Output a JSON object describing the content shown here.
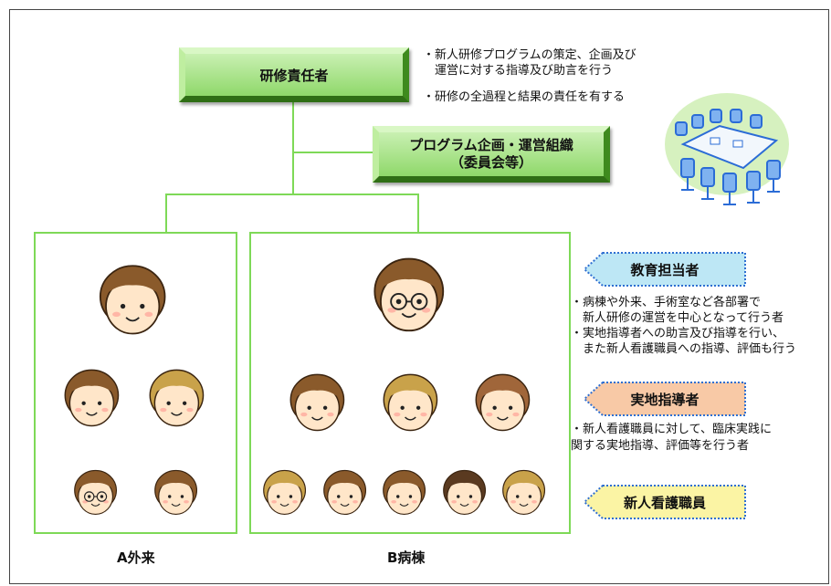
{
  "top_box": {
    "label": "研修責任者"
  },
  "top_notes": [
    "・新人研修プログラムの策定、企画及び",
    "　運営に対する指導及び助言を行う",
    "・研修の全過程と結果の責任を有する"
  ],
  "program_box": {
    "line1": "プログラム企画・運営組織",
    "line2": "（委員会等）"
  },
  "wards": [
    {
      "label": "A外来"
    },
    {
      "label": "B病棟"
    }
  ],
  "roles": [
    {
      "label": "教育担当者",
      "color": "#bde7f5"
    },
    {
      "label": "実地指導者",
      "color": "#f8c9a6"
    },
    {
      "label": "新人看護職員",
      "color": "#fbf4a4"
    }
  ],
  "role_notes": {
    "educator": [
      "・病棟や外来、手術室など各部署で",
      "　新人研修の運営を中心となって行う者",
      "・実地指導者への助言及び指導を行い、",
      "　また新人看護職員への指導、評価も行う"
    ],
    "field_instructor": [
      "・新人看護職員に対して、臨床実践に",
      "関する実地指導、評価等を行う者"
    ]
  },
  "colors": {
    "connector": "#7ed957",
    "bevel_fill": "#8fd86a",
    "table_circle": "#d6f1bf"
  },
  "icons": {
    "meeting": "meeting-table-icon",
    "person": "person-face-icon"
  }
}
